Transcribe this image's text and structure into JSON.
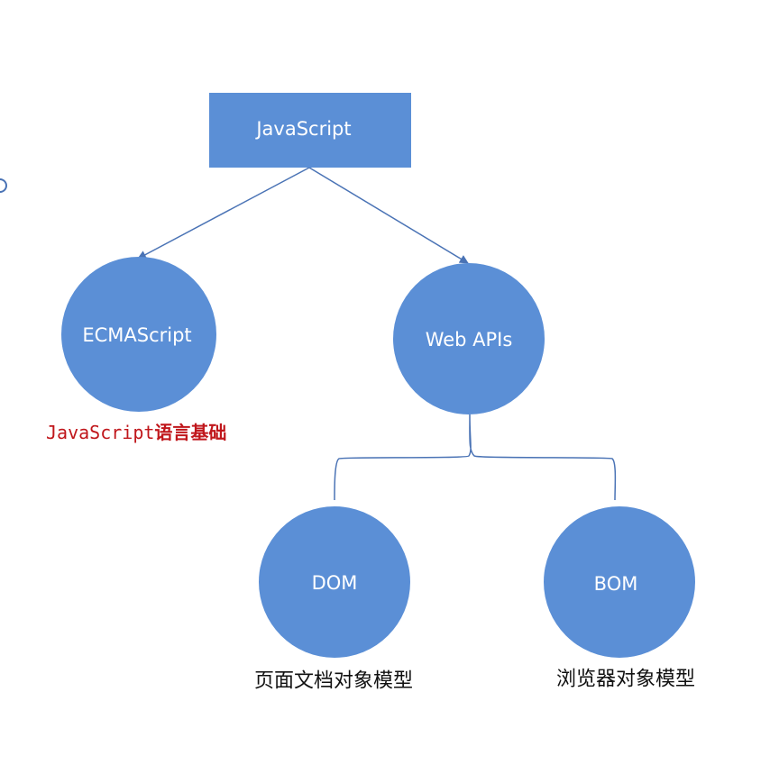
{
  "colors": {
    "node_fill": "#5b8fd6",
    "edge": "#4a73b5",
    "red_caption": "#c0161b",
    "black_caption": "#111111"
  },
  "nodes": {
    "javascript": {
      "label": "JavaScript"
    },
    "ecmascript": {
      "label": "ECMAScript"
    },
    "webapis": {
      "label": "Web APIs"
    },
    "dom": {
      "label": "DOM"
    },
    "bom": {
      "label": "BOM"
    }
  },
  "captions": {
    "ecmascript_prefix": "JavaScript",
    "ecmascript_suffix": "语言基础",
    "dom": "页面文档对象模型",
    "bom": "浏览器对象模型"
  }
}
